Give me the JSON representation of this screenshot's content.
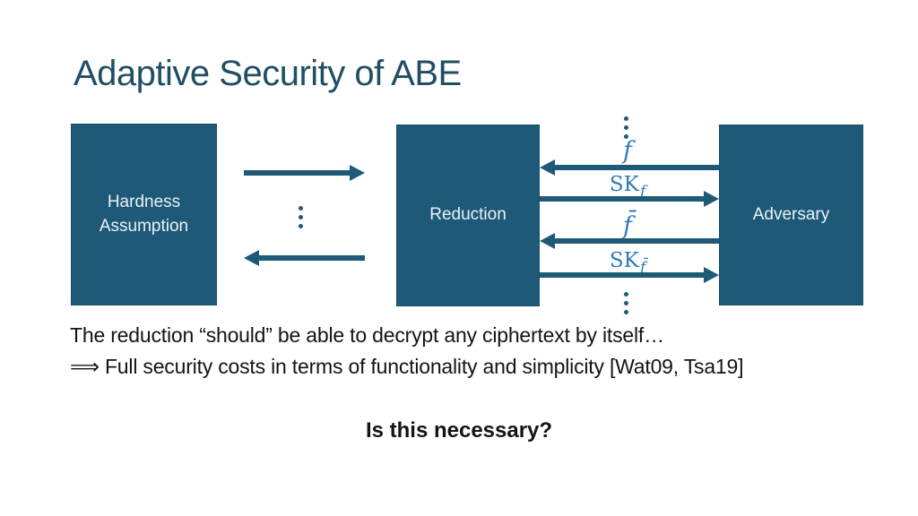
{
  "colors": {
    "background": "#ffffff",
    "teal": "#1e5a78",
    "teal_dark": "#194f6a",
    "title_color": "#204e63",
    "label_blue": "#2e7cb8",
    "box_text": "#eaf2f7",
    "text_color": "#141414"
  },
  "title": "Adaptive Security of ABE",
  "boxes": {
    "hardness": {
      "label": "Hardness Assumption"
    },
    "reduction": {
      "label": "Reduction"
    },
    "adversary": {
      "label": "Adversary"
    }
  },
  "messages": {
    "query1": "f",
    "response1": {
      "base": "SK",
      "sub": "f"
    },
    "query2": "f̄",
    "response2": {
      "base": "SK",
      "sub": "f̄"
    }
  },
  "icons": {
    "vertical_ellipsis": "⋮"
  },
  "body": {
    "line1": "The reduction “should” be able to decrypt any ciphertext by itself…",
    "line2": "⟹ Full security costs in terms of functionality and simplicity [Wat09, Tsa19]",
    "question": "Is this necessary?"
  }
}
